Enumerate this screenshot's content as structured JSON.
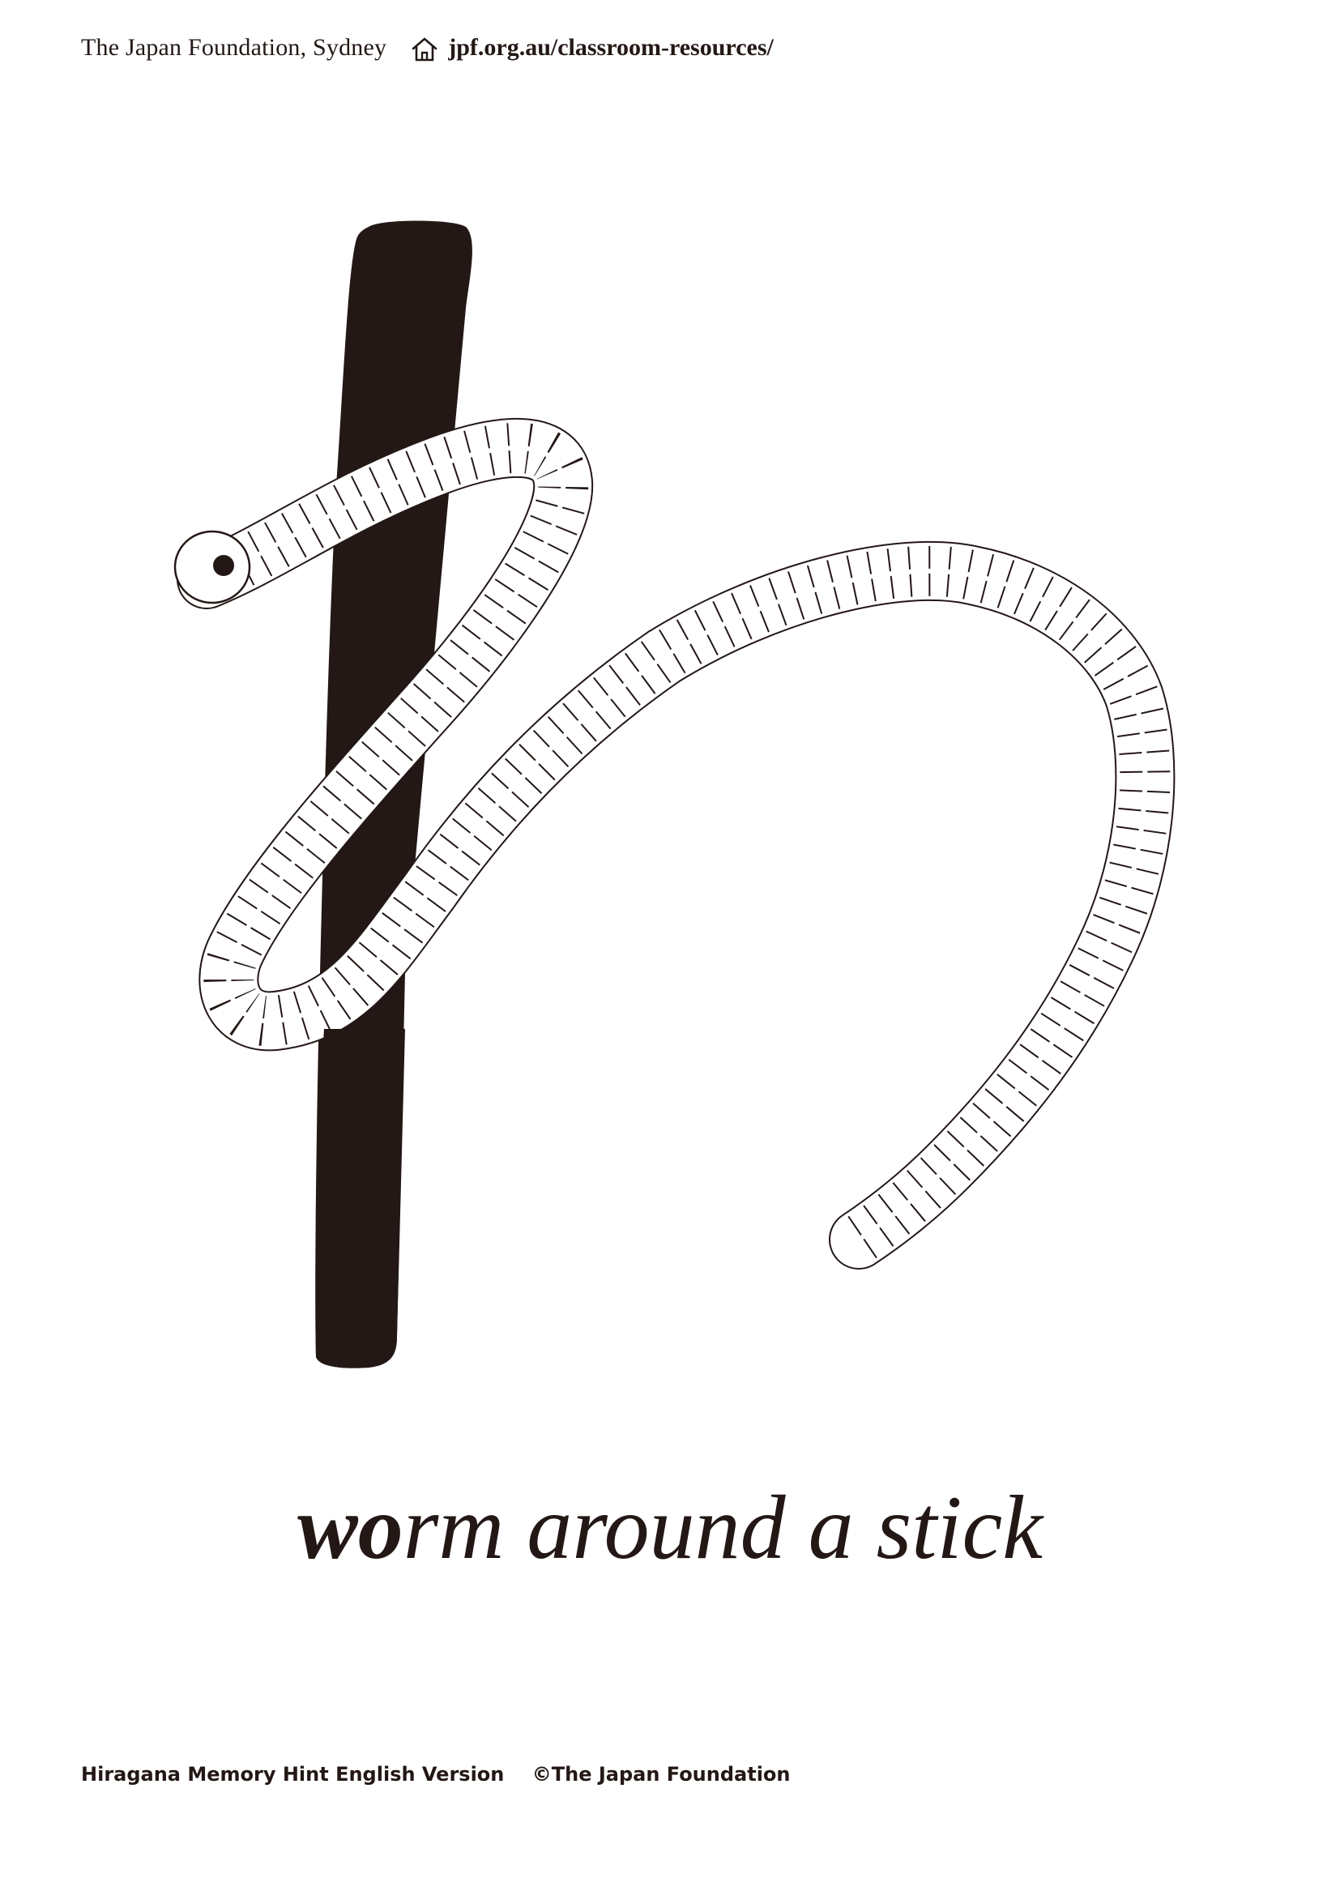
{
  "header": {
    "organization": "The Japan Foundation, Sydney",
    "home_icon": "home-icon",
    "url": "jpf.org.au/classroom-resources/"
  },
  "caption": {
    "highlight": "wo",
    "rest": "rm around a stick"
  },
  "footer": {
    "title": "Hiragana Memory Hint English Version",
    "copyright": "©The Japan Foundation"
  },
  "colors": {
    "ink": "#231815",
    "paper": "#ffffff"
  }
}
